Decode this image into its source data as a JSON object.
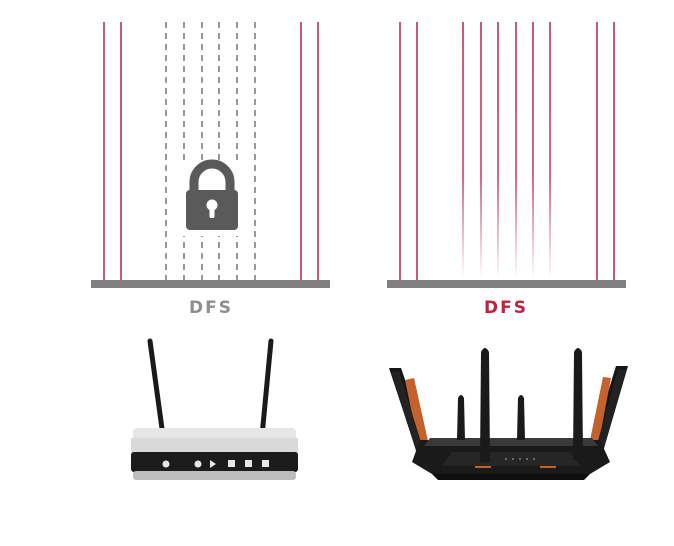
{
  "left_panel": {
    "label": "DFS",
    "label_color": "#8f8f8f",
    "state": "locked",
    "icon": "lock-icon",
    "router": "basic-router"
  },
  "right_panel": {
    "label": "DFS",
    "label_color": "#c2203f",
    "state": "unlocked",
    "router": "gaming-router"
  },
  "colors": {
    "channel_line": "#b5123a",
    "dashed_line": "#555555",
    "baseline": "#808080",
    "lock": "#5a5a5a"
  }
}
